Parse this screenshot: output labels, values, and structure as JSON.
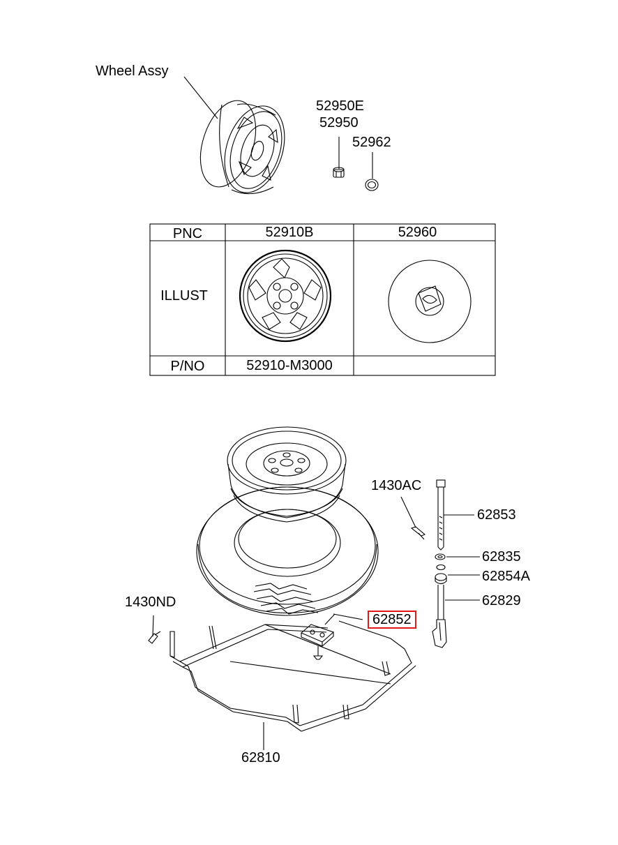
{
  "top_labels": {
    "wheel_assy": "Wheel Assy",
    "p52950e": "52950E",
    "p52950": "52950",
    "p52962": "52962"
  },
  "table": {
    "row_pnc": "PNC",
    "row_illust": "ILLUST",
    "row_pno": "P/NO",
    "col1_pnc": "52910B",
    "col2_pnc": "52960",
    "col1_pno": "52910-M3000",
    "col2_pno": ""
  },
  "bottom_labels": {
    "p1430ac": "1430AC",
    "p62853": "62853",
    "p62835": "62835",
    "p62854a": "62854A",
    "p62829": "62829",
    "p1430nd": "1430ND",
    "p62852": "62852",
    "p62810": "62810"
  },
  "highlight_color": "#e01818"
}
